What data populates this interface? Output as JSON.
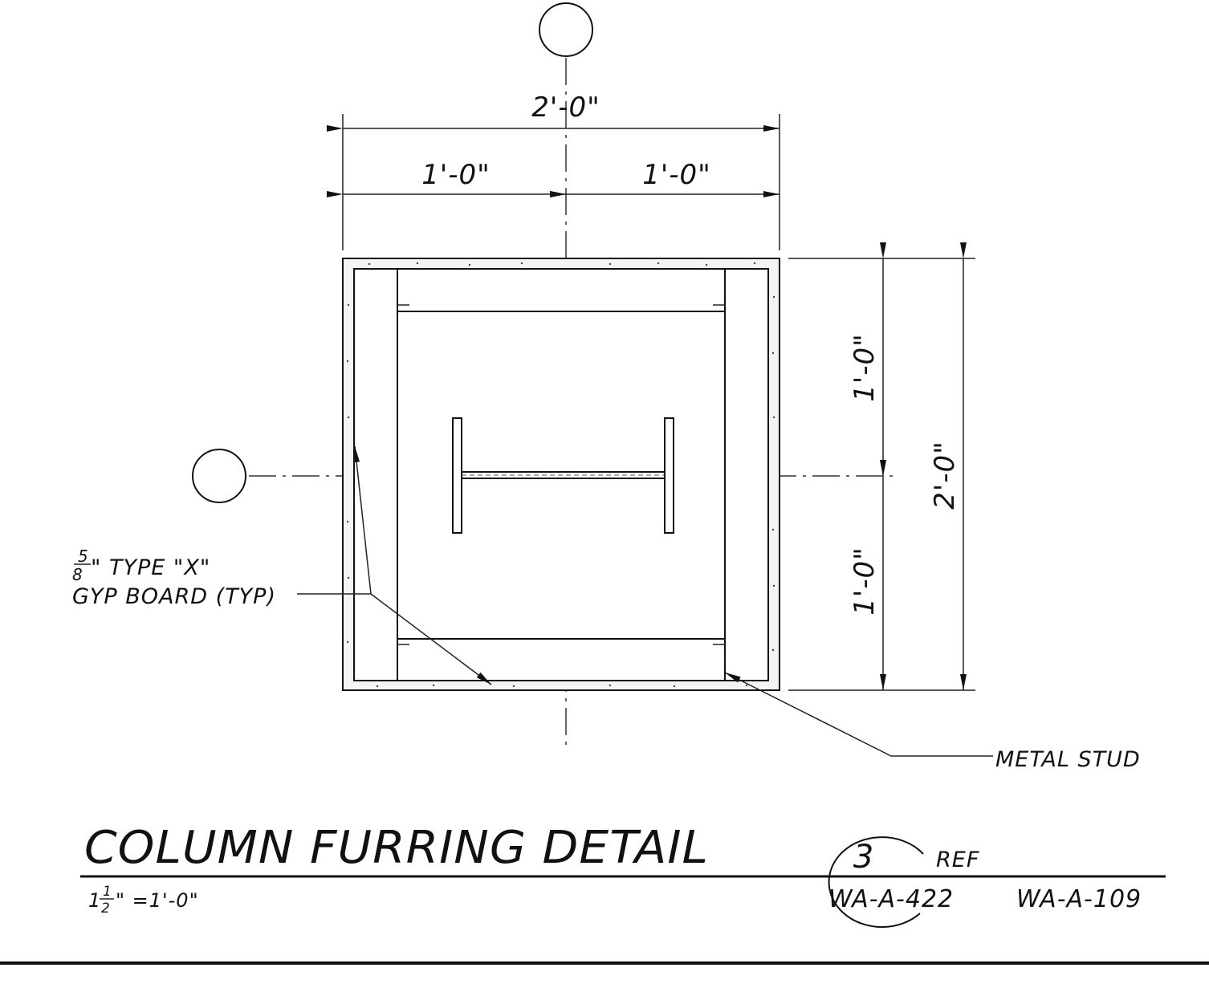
{
  "dimensions": {
    "overall_width": "2'-0\"",
    "half_width_left": "1'-0\"",
    "half_width_right": "1'-0\"",
    "overall_height": "2'-0\"",
    "half_height_top": "1'-0\"",
    "half_height_bottom": "1'-0\""
  },
  "notes": {
    "gyp_fraction_num": "5",
    "gyp_fraction_den": "8",
    "gyp_line1": "\" TYPE \"X\"",
    "gyp_line2": "GYP BOARD (TYP)",
    "metal_stud": "METAL STUD"
  },
  "title_block": {
    "title": "COLUMN FURRING DETAIL",
    "scale_whole": "1",
    "scale_num": "1",
    "scale_den": "2",
    "scale_rest": "\" =1'-0\"",
    "detail_number": "3",
    "ref_label": "REF",
    "sheet_ref_1": "WA-A-422",
    "sheet_ref_2": "WA-A-109"
  }
}
